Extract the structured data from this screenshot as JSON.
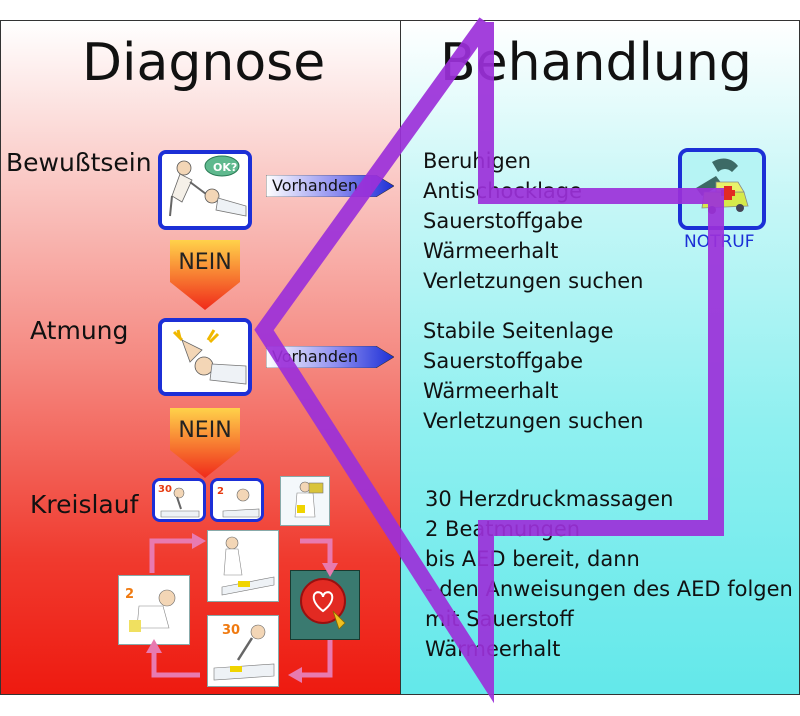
{
  "left": {
    "title": "Diagnose",
    "stages": [
      {
        "label": "Bewußtsein",
        "icon": "consciousness-check-icon",
        "bubble": "OK?"
      },
      {
        "label": "Atmung",
        "icon": "breathing-check-icon"
      },
      {
        "label": "Kreislauf",
        "icon": "circulation-cpr-icon"
      }
    ],
    "arrows": [
      "NEIN",
      "NEIN"
    ],
    "cycle_numbers": {
      "compressions": "30",
      "breaths": "2"
    }
  },
  "connectors": [
    "Vorhanden",
    "Vorhanden"
  ],
  "right": {
    "title": "Behandlung",
    "group1": [
      "Beruhigen",
      "Antischocklage",
      "Sauerstoffgabe",
      "Wärmeerhalt",
      "Verletzungen suchen"
    ],
    "group2": [
      "Stabile Seitenlage",
      "Sauerstoffgabe",
      "Wärmeerhalt",
      "Verletzungen suchen"
    ],
    "group3": [
      "30 Herzdruckmassagen",
      "2 Beatmungen",
      "bis AED bereit, dann",
      "- den Anweisungen des AED folgen",
      "mit Sauerstoff",
      "Wärmeerhalt"
    ],
    "notruf": {
      "label": "NOTRUF",
      "icon": "ambulance-phone-icon"
    }
  },
  "colors": {
    "path": "#9b30d9",
    "frame": "#1c2fd6",
    "nein_top": "#ffd24a",
    "nein_bottom": "#f02a1a",
    "notruf": "#1c2fd6"
  }
}
